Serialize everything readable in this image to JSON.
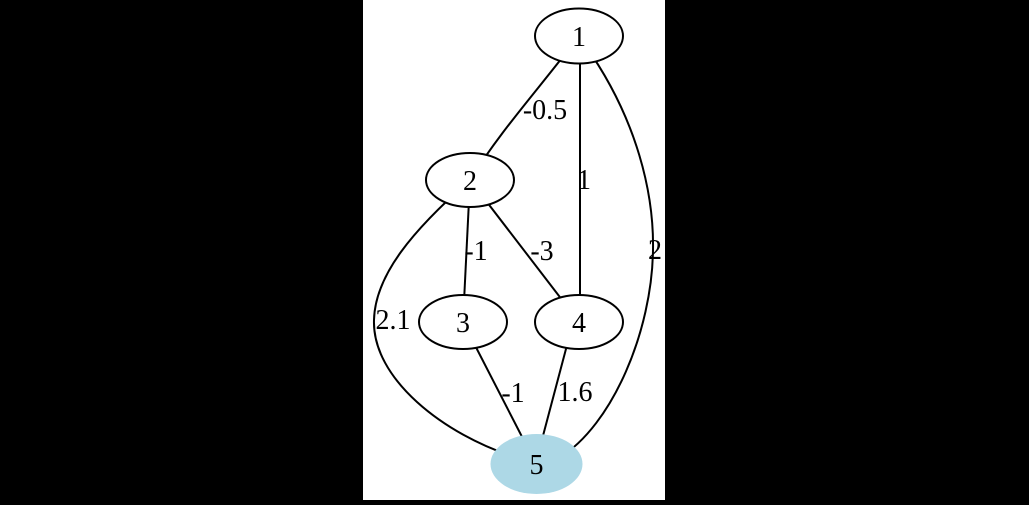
{
  "graph": {
    "colors": {
      "background": "#000000",
      "canvas": "#ffffff",
      "node_fill": "#ffffff",
      "node_stroke": "#000000",
      "edge_stroke": "#000000",
      "text": "#000000",
      "highlight_fill": "#ADD8E6"
    },
    "nodes": [
      {
        "id": "1",
        "label": "1",
        "highlighted": false
      },
      {
        "id": "2",
        "label": "2",
        "highlighted": false
      },
      {
        "id": "3",
        "label": "3",
        "highlighted": false
      },
      {
        "id": "4",
        "label": "4",
        "highlighted": false
      },
      {
        "id": "5",
        "label": "5",
        "highlighted": true
      }
    ],
    "edges": [
      {
        "from": "1",
        "to": "2",
        "weight": "-0.5"
      },
      {
        "from": "1",
        "to": "4",
        "weight": "1"
      },
      {
        "from": "1",
        "to": "5",
        "weight": "2"
      },
      {
        "from": "2",
        "to": "3",
        "weight": "-1"
      },
      {
        "from": "2",
        "to": "4",
        "weight": "-3"
      },
      {
        "from": "2",
        "to": "5",
        "weight": "2.1"
      },
      {
        "from": "3",
        "to": "5",
        "weight": "-1"
      },
      {
        "from": "4",
        "to": "5",
        "weight": "1.6"
      }
    ]
  }
}
